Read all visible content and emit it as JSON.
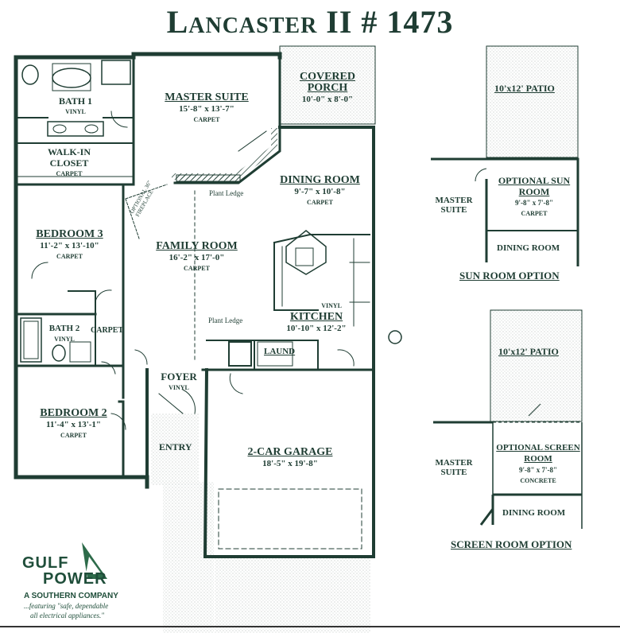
{
  "title": "Lancaster II # 1473",
  "rooms": {
    "bath1": {
      "name": "BATH 1",
      "material": "VINYL"
    },
    "master_suite": {
      "name": "MASTER SUITE",
      "dims": "15'-8\" x 13'-7\"",
      "material": "CARPET"
    },
    "covered_porch": {
      "name": "COVERED PORCH",
      "dims": "10'-0\" x 8'-0\""
    },
    "walkin_closet": {
      "name": "WALK-IN CLOSET",
      "material": "CARPET"
    },
    "dining_room": {
      "name": "DINING ROOM",
      "dims": "9'-7\" x 10'-8\"",
      "material": "CARPET"
    },
    "bedroom3": {
      "name": "BEDROOM 3",
      "dims": "11'-2\" x 13'-10\"",
      "material": "CARPET"
    },
    "family_room": {
      "name": "FAMILY ROOM",
      "dims": "16'-2\" x 17'-0\"",
      "material": "CARPET"
    },
    "kitchen": {
      "name": "KITCHEN",
      "dims": "10'-10\" x 12'-2\"",
      "material": "VINYL"
    },
    "bath2": {
      "name": "BATH 2",
      "material": "VINYL"
    },
    "laund": {
      "name": "LAUND"
    },
    "foyer": {
      "name": "FOYER",
      "material": "VINYL"
    },
    "bedroom2": {
      "name": "BEDROOM 2",
      "dims": "11'-4\" x 13'-1\"",
      "material": "CARPET"
    },
    "entry": {
      "name": "ENTRY"
    },
    "garage": {
      "name": "2-CAR GARAGE",
      "dims": "18'-5\" x 19'-8\""
    }
  },
  "notes": {
    "plant_ledge_1": "Plant Ledge",
    "plant_ledge_2": "Plant Ledge",
    "carpet_hall": "CARPET",
    "fireplace": "OPTIONAL 36\" FIREPLACE"
  },
  "sun_room_option": {
    "patio": "10'x12' PATIO",
    "master": "MASTER SUITE",
    "room_name": "OPTIONAL SUN ROOM",
    "room_dims": "9'-8\" x 7'-8\"",
    "room_material": "CARPET",
    "dining": "DINING ROOM",
    "caption": "SUN ROOM OPTION"
  },
  "screen_room_option": {
    "patio": "10'x12' PATIO",
    "master": "MASTER SUITE",
    "room_name": "OPTIONAL SCREEN ROOM",
    "room_dims": "9'-8\" x 7'-8\"",
    "room_material": "CONCRETE",
    "dining": "DINING ROOM",
    "caption": "SCREEN ROOM OPTION"
  },
  "logo": {
    "line1": "GULF",
    "line2": "POWER",
    "company": "A SOUTHERN COMPANY",
    "tag1": "...featuring \"safe, dependable",
    "tag2": "all electrical appliances.\""
  }
}
